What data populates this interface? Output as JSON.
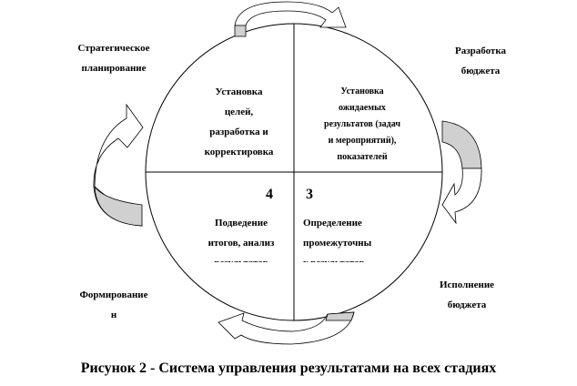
{
  "stages": {
    "strategic": {
      "line1": "Стратегическое",
      "line2": "планирование"
    },
    "budget_dev": {
      "line1": "Разработка",
      "line2": "бюджета"
    },
    "budget_exec": {
      "line1": "Исполнение",
      "line2": "бюджета"
    },
    "forming": {
      "line1": "Формирование",
      "line2": "н"
    }
  },
  "quadrants": {
    "q1": {
      "lines": [
        "Установка",
        "целей,",
        "разработка и",
        "корректировка"
      ]
    },
    "q2": {
      "lines": [
        "Установка",
        "ожидаемых",
        "результатов (задач",
        "и мероприятий),",
        "показателей"
      ]
    },
    "q3": {
      "number": "3",
      "lines": [
        "Определение",
        "промежуточны",
        "х результатов"
      ]
    },
    "q4": {
      "number": "4",
      "lines": [
        "Подведение",
        "итогов, анализ",
        "результатов"
      ]
    }
  },
  "caption": "Рисунок 2 - Система управления результатами на всех стадиях"
}
